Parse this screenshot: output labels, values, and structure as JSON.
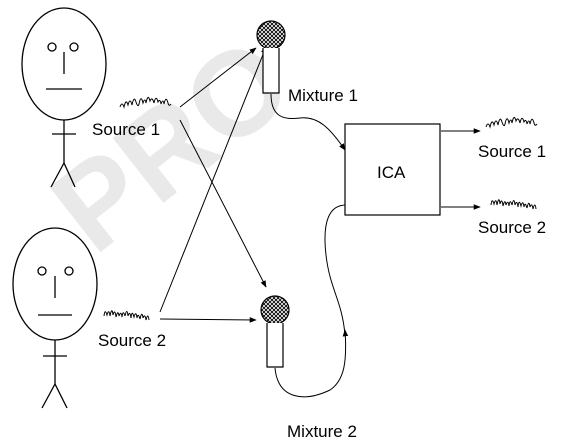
{
  "watermark": "PRO",
  "labels": {
    "source1": "Source 1",
    "source2": "Source 2",
    "mixture1": "Mixture 1",
    "mixture2": "Mixture 2",
    "ica": "ICA",
    "out_source1": "Source 1",
    "out_source2": "Source 2"
  },
  "icons": {
    "person_top": "stick-figure-person",
    "person_bottom": "stick-figure-person",
    "mic_top": "microphone",
    "mic_bottom": "microphone"
  },
  "colors": {
    "stroke": "#000000",
    "watermark": "#e9e9e9"
  }
}
